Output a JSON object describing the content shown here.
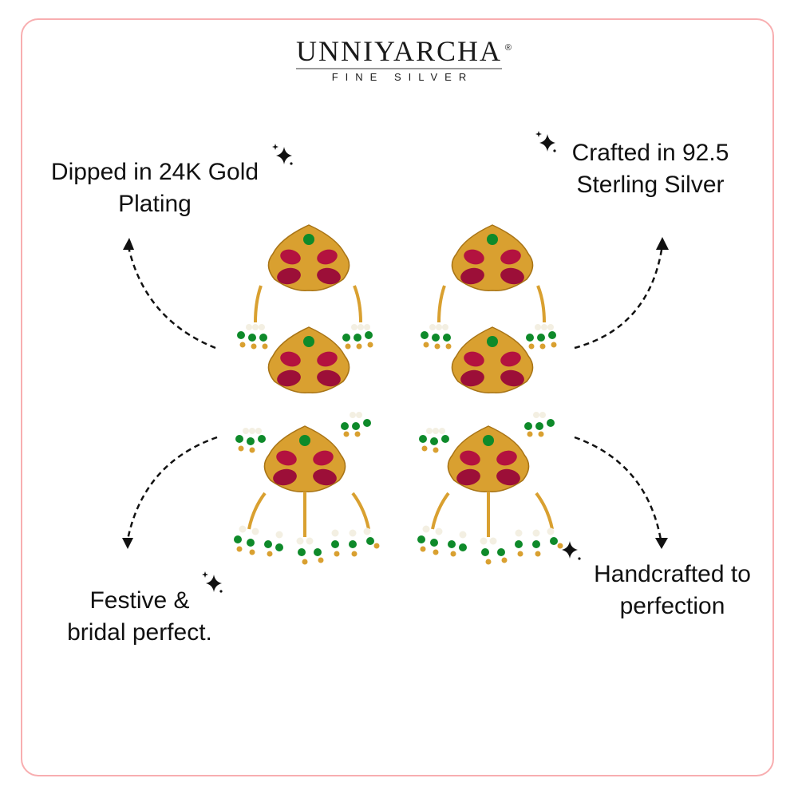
{
  "brand": {
    "name": "UNNIYARCHA",
    "registered_mark": "®",
    "tagline": "FINE SILVER"
  },
  "features": [
    {
      "id": "gold-plating",
      "line1": "Dipped in 24K Gold",
      "line2": "Plating"
    },
    {
      "id": "sterling-silver",
      "line1": "Crafted in 92.5",
      "line2": "Sterling Silver"
    },
    {
      "id": "festive",
      "line1": "Festive &",
      "line2": "bridal perfect."
    },
    {
      "id": "handcrafted",
      "line1": "Handcrafted to",
      "line2": "perfection"
    }
  ],
  "colors": {
    "frame_border": "#f8aeb0",
    "gold": "#d9a030",
    "ruby": "#b3123f",
    "emerald": "#0e8a2a",
    "pearl": "#f3efe2",
    "text": "#111111"
  },
  "product": {
    "description": "Pair of gold-plated three-tier earrings with ruby-red and green stones and pearl/green bead drops"
  }
}
